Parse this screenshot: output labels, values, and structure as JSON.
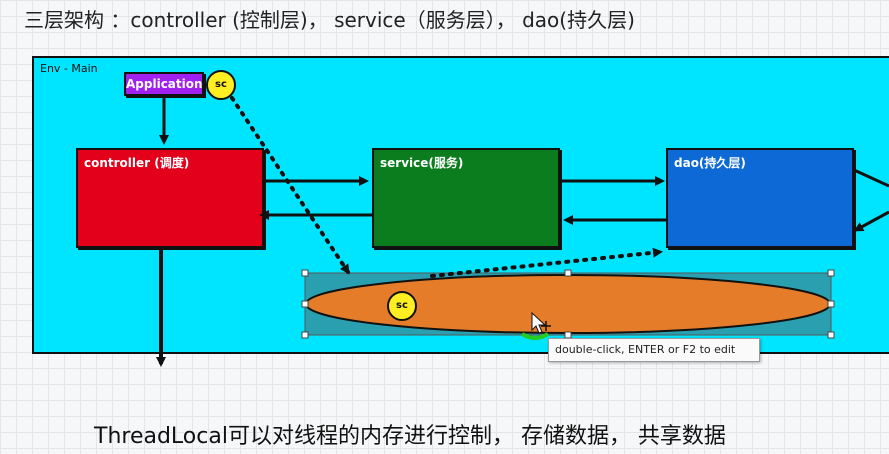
{
  "heading": "三层架构 ：controller (控制层)， service（服务层）， dao(持久层)",
  "env": {
    "label": "Env - Main"
  },
  "nodes": {
    "application": "Application",
    "controller": "controller (调度)",
    "service": "service(服务)",
    "dao": "dao(持久层)",
    "sc_top": "sc",
    "sc_ellipse": "sc"
  },
  "tooltip": "double-click, ENTER or F2 to edit",
  "footer": "ThreadLocal可以对线程的内存进行控制， 存储数据， 共享数据",
  "colors": {
    "env": "#00e5ff",
    "application": "#a020f0",
    "controller": "#e2001a",
    "service": "#0b7d1e",
    "dao": "#0c69d6",
    "ellipse": "#e57c29",
    "sc": "#ffee22"
  }
}
